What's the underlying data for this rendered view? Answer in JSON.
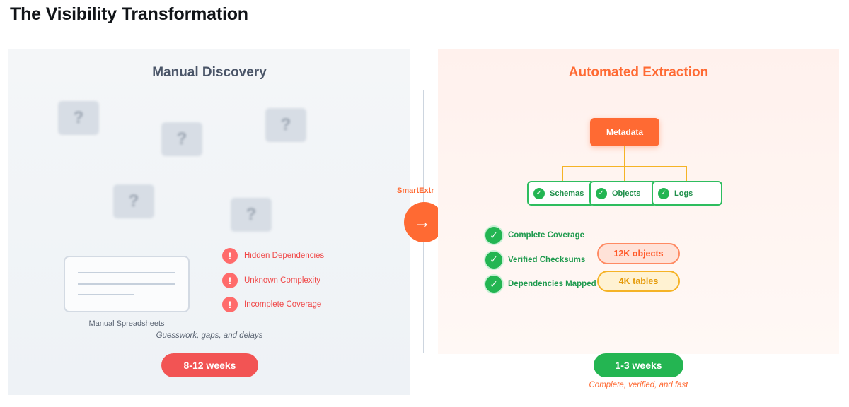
{
  "page": {
    "title": "The Visibility Transformation"
  },
  "left_panel": {
    "heading": "Manual Discovery",
    "unknown_mark": "?",
    "spreadsheet_caption": "Manual Spreadsheets",
    "issues": [
      {
        "icon": "exclamation-icon",
        "label": "Hidden Dependencies"
      },
      {
        "icon": "exclamation-icon",
        "label": "Unknown Complexity"
      },
      {
        "icon": "exclamation-icon",
        "label": "Incomplete Coverage"
      }
    ],
    "duration": "8-12 weeks",
    "summary": "Guesswork, gaps, and delays"
  },
  "transition": {
    "label": "SmartExtr",
    "icon": "arrow-right-icon"
  },
  "right_panel": {
    "heading": "Automated Extraction",
    "root_node": "Metadata",
    "child_nodes": [
      {
        "icon": "check-icon",
        "label": "Schemas"
      },
      {
        "icon": "check-icon",
        "label": "Objects"
      },
      {
        "icon": "check-icon",
        "label": "Logs"
      }
    ],
    "results": [
      {
        "icon": "check-icon",
        "label": "Complete Coverage"
      },
      {
        "icon": "check-icon",
        "label": "Verified Checksums"
      },
      {
        "icon": "check-icon",
        "label": "Dependencies Mapped"
      }
    ],
    "stats": {
      "objects": "12K objects",
      "tables": "4K tables"
    },
    "duration": "1-3 weeks",
    "summary": "Complete, verified, and fast"
  },
  "colors": {
    "manual_accent": "#f25454",
    "automated_accent": "#ff6a33",
    "success": "#24b552",
    "connector": "#f5b326"
  }
}
